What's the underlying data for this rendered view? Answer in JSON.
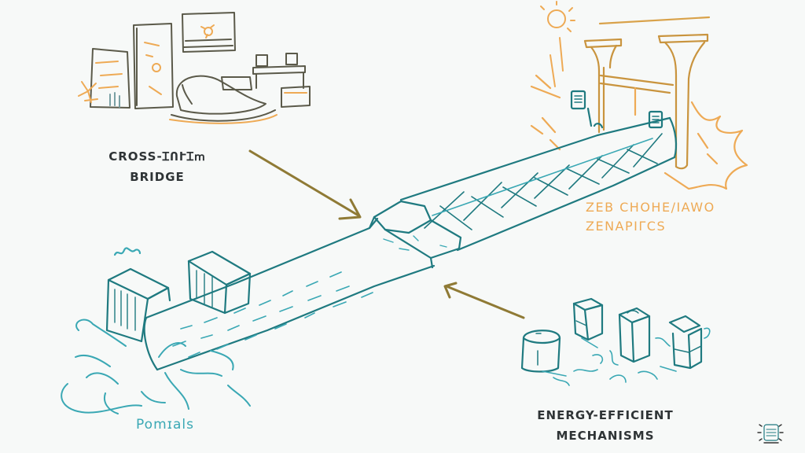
{
  "diagram": {
    "style": "hand-drawn sketch",
    "colors": {
      "background": "#f7f9f8",
      "teal": "#1f7a80",
      "light_teal": "#3aa8b4",
      "orange": "#eeaa55",
      "olive_arrow": "#8f7a35",
      "dark_text": "#2f3436",
      "dark_outline": "#5b5a4a"
    },
    "labels": {
      "cross_bridge_line1": "CROSS-ꞮՈՒꞮՠ",
      "cross_bridge_line2": "BRIDGE",
      "zeb_line1": "ZEB CHOHE/IAWO",
      "zeb_line2": "ZENAPIΓCS",
      "energy_line1": "ENERGY-EFFICIENT",
      "energy_line2": "MECHANISMS",
      "portals": "Pomɪals"
    },
    "elements": [
      "office-scene-sketch",
      "bridge-pillars-gate",
      "sun",
      "central-bridge-path",
      "lattice-bridge-section",
      "connector-joint",
      "stone-blocks",
      "splash-portals",
      "energy-devices-cluster",
      "arrow-to-joint-from-top-left",
      "arrow-to-joint-from-bottom-right",
      "corner-badge-icon"
    ]
  }
}
